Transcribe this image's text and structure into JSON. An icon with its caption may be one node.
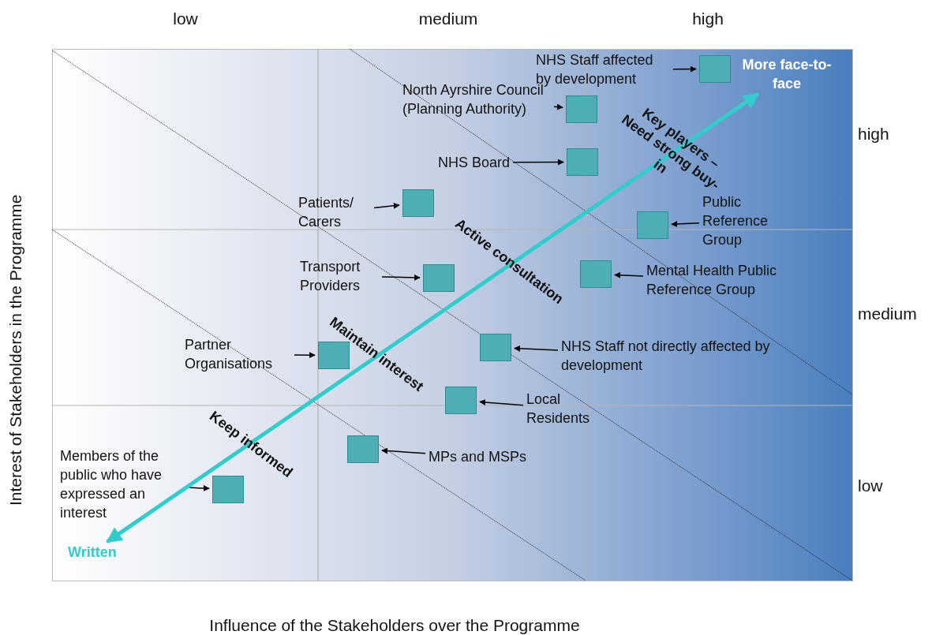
{
  "diagram": {
    "nodes": [
      {
        "text": [
          "NHS Staff affected by development"
        ]
      },
      {
        "text": [],
        "shape": "box"
      },
      {
        "text": [
          "North Ayrshire Council (Planning Authority)"
        ]
      },
      {
        "text": [],
        "shape": "box"
      },
      {
        "text": [
          "NHS Board"
        ]
      },
      {
        "text": [],
        "shape": "box"
      },
      {
        "text": [
          "Patients/ Carers"
        ]
      },
      {
        "text": [],
        "shape": "box"
      },
      {
        "text": [
          "Public Reference Group"
        ]
      },
      {
        "text": [],
        "shape": "box"
      },
      {
        "text": [
          "Transport Providers"
        ]
      },
      {
        "text": [],
        "shape": "box"
      },
      {
        "text": [
          "Mental Health Public Reference Group"
        ]
      },
      {
        "text": [],
        "shape": "box"
      },
      {
        "text": [
          "Partner Organisations"
        ]
      },
      {
        "text": [],
        "shape": "box"
      },
      {
        "text": [
          "NHS Staff not directly affected by development"
        ]
      },
      {
        "text": [],
        "shape": "box"
      },
      {
        "text": [
          "Local Residents"
        ]
      },
      {
        "text": [],
        "shape": "box"
      },
      {
        "text": [
          "MPs and MSPs"
        ]
      },
      {
        "text": [],
        "shape": "box"
      },
      {
        "text": [
          "Members of the public who have expressed an interest"
        ]
      },
      {
        "text": [],
        "shape": "box"
      },
      {
        "text": [
          "More face-to-face"
        ]
      },
      {
        "text": [
          "Written"
        ]
      }
    ],
    "edges": [
      {
        "from": 0,
        "to": 1,
        "arrow": "to"
      },
      {
        "from": 2,
        "to": 3,
        "arrow": "to"
      },
      {
        "from": 4,
        "to": 5,
        "arrow": "to"
      },
      {
        "from": 6,
        "to": 7,
        "arrow": "to"
      },
      {
        "from": 8,
        "to": 9,
        "arrow": "to"
      },
      {
        "from": 10,
        "to": 11,
        "arrow": "to"
      },
      {
        "from": 12,
        "to": 13,
        "arrow": "to"
      },
      {
        "from": 14,
        "to": 15,
        "arrow": "to"
      },
      {
        "from": 16,
        "to": 17,
        "arrow": "to"
      },
      {
        "from": 18,
        "to": 19,
        "arrow": "to"
      },
      {
        "from": 20,
        "to": 21,
        "arrow": "to"
      },
      {
        "from": 22,
        "to": 23,
        "arrow": "to"
      },
      {
        "from": 25,
        "to": 24,
        "arrow": "both",
        "style": "thick",
        "color": "#33cccc"
      }
    ],
    "labels": [
      "low",
      "medium",
      "high",
      "high",
      "Key players – Need strong buy-in",
      "Active consultation",
      "medium",
      "Maintain interest",
      "Keep informed",
      "low",
      "Interest of Stakeholders in the Programme",
      "Influence of the Stakeholders over the Programme"
    ]
  }
}
